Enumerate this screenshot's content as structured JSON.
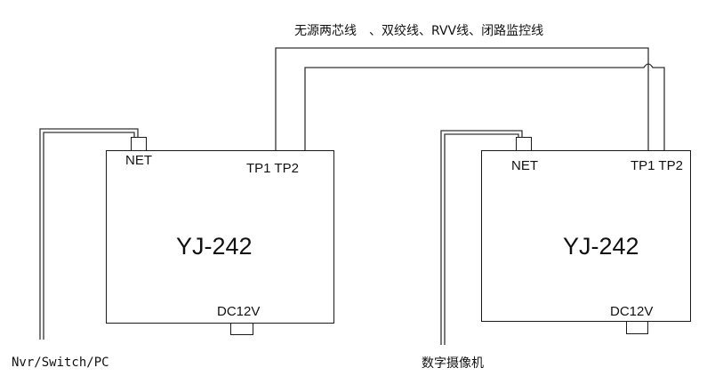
{
  "cable_note": "无源两芯线　、双绞线、RVV线、闭路监控线",
  "left_device": {
    "model": "YJ-242",
    "net_label": "NET",
    "tp_label": "TP1 TP2",
    "power_label": "DC12V",
    "connected_to": "Nvr/Switch/PC"
  },
  "right_device": {
    "model": "YJ-242",
    "net_label": "NET",
    "tp_label": "TP1 TP2",
    "power_label": "DC12V",
    "connected_to": "数字摄像机"
  }
}
